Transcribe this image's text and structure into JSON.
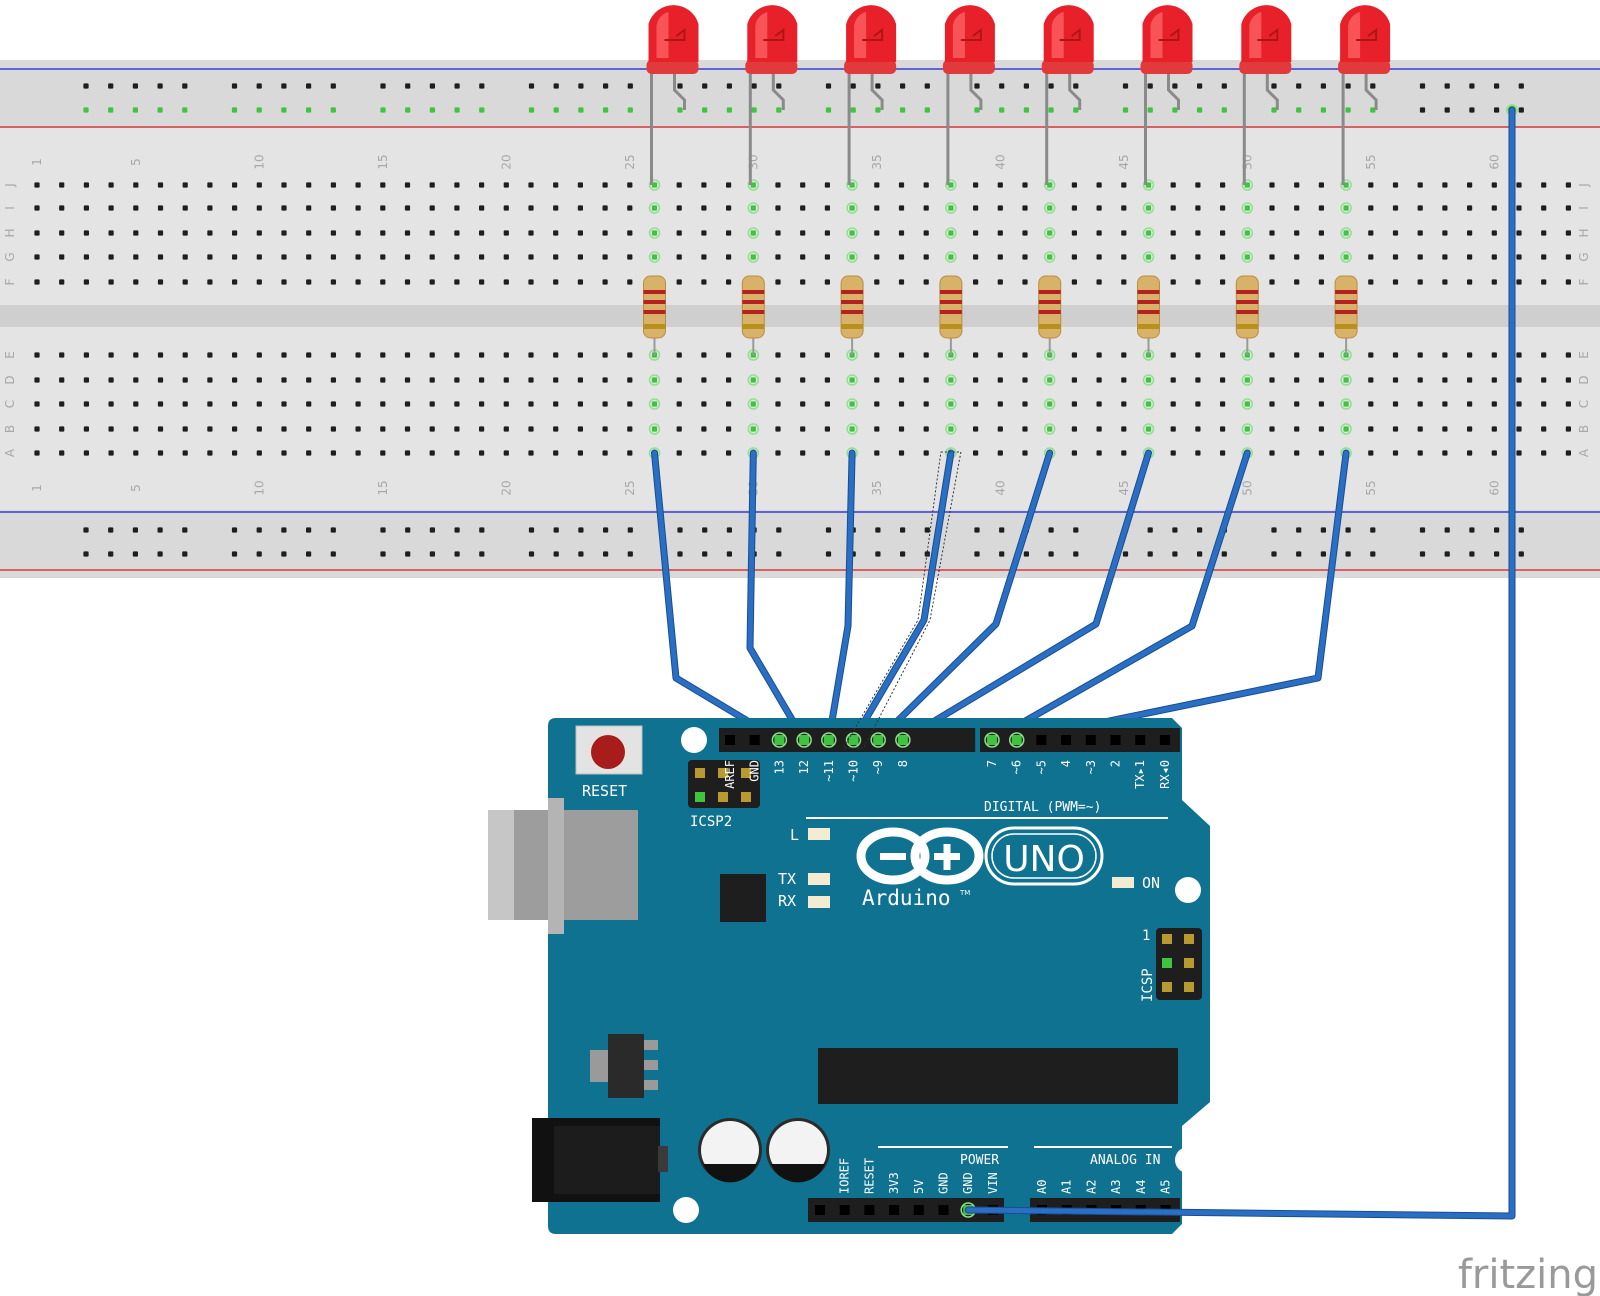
{
  "breadboard": {
    "column_numbers": [
      "1",
      "5",
      "10",
      "15",
      "20",
      "25",
      "30",
      "35",
      "40",
      "45",
      "50",
      "55",
      "60"
    ],
    "row_letters_top": [
      "J",
      "I",
      "H",
      "G",
      "F"
    ],
    "row_letters_bottom": [
      "E",
      "D",
      "C",
      "B",
      "A"
    ]
  },
  "leds": {
    "count": 8,
    "color": "#e8202a"
  },
  "wires": {
    "color": "#2a6fc4",
    "count": 9
  },
  "arduino": {
    "board_color": "#0f7290",
    "reset_label": "RESET",
    "icsp2_label": "ICSP2",
    "icsp_label": "ICSP",
    "icsp_pin1": "1",
    "digital_label": "DIGITAL (PWM=~)",
    "digital_pins": [
      "AREF",
      "GND",
      "13",
      "12",
      "~11",
      "~10",
      "~9",
      "8",
      "7",
      "~6",
      "~5",
      "4",
      "~3",
      "2",
      "TX▸1",
      "RX◂0"
    ],
    "l_label": "L",
    "tx_label": "TX",
    "rx_label": "RX",
    "on_label": "ON",
    "uno_label": "UNO",
    "brand": "Arduino",
    "tm": "TM",
    "power_label": "POWER",
    "power_pins": [
      "IOREF",
      "RESET",
      "3V3",
      "5V",
      "GND",
      "GND",
      "VIN"
    ],
    "analog_label": "ANALOG IN",
    "analog_pins": [
      "A0",
      "A1",
      "A2",
      "A3",
      "A4",
      "A5"
    ]
  },
  "watermark": "fritzing"
}
